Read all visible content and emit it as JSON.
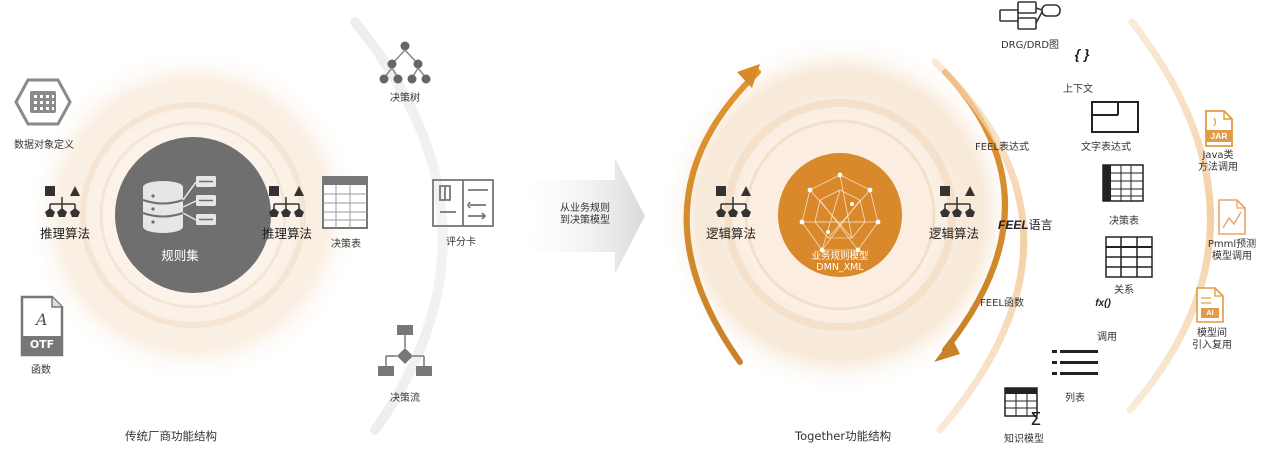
{
  "left": {
    "center_label": "规则集",
    "algo_left": "推理算法",
    "algo_right": "推理算法",
    "data_object": "数据对象定义",
    "function": "函数",
    "decision_tree": "决策树",
    "decision_table": "决策表",
    "scorecard": "评分卡",
    "decision_flow": "决策流",
    "caption": "传统厂商功能结构"
  },
  "arrow": {
    "line1": "从业务规则",
    "line2": "到决策模型"
  },
  "right": {
    "center_line1": "业务规则模型",
    "center_line2": "DMN_XML",
    "algo_left": "逻辑算法",
    "algo_right": "逻辑算法",
    "feel_expr": "FEEL表达式",
    "feel_lang_bold": "FEEL",
    "feel_lang_rest": "语言",
    "feel_func": "FEEL函数",
    "drg": "DRG/DRD图",
    "context_symbol": "{ }",
    "context": "上下文",
    "text_expr": "文字表达式",
    "decision_table": "决策表",
    "relation": "关系",
    "fx_symbol": "fx()",
    "invoke": "调用",
    "list": "列表",
    "knowledge_model": "知识模型",
    "java_line1": "Java类",
    "java_line2": "方法调用",
    "pmml_line1": "Pmml预测",
    "pmml_line2": "模型调用",
    "model_line1": "模型间",
    "model_line2": "引入复用",
    "jar_text": "JAR",
    "otf_text": "OTF",
    "ai_text": "AI",
    "caption": "Together功能结构"
  },
  "colors": {
    "orange": "#d98a28",
    "orange_light": "#f0c892",
    "gray_dark": "#707070",
    "icon_dark": "#3a3a3a"
  }
}
